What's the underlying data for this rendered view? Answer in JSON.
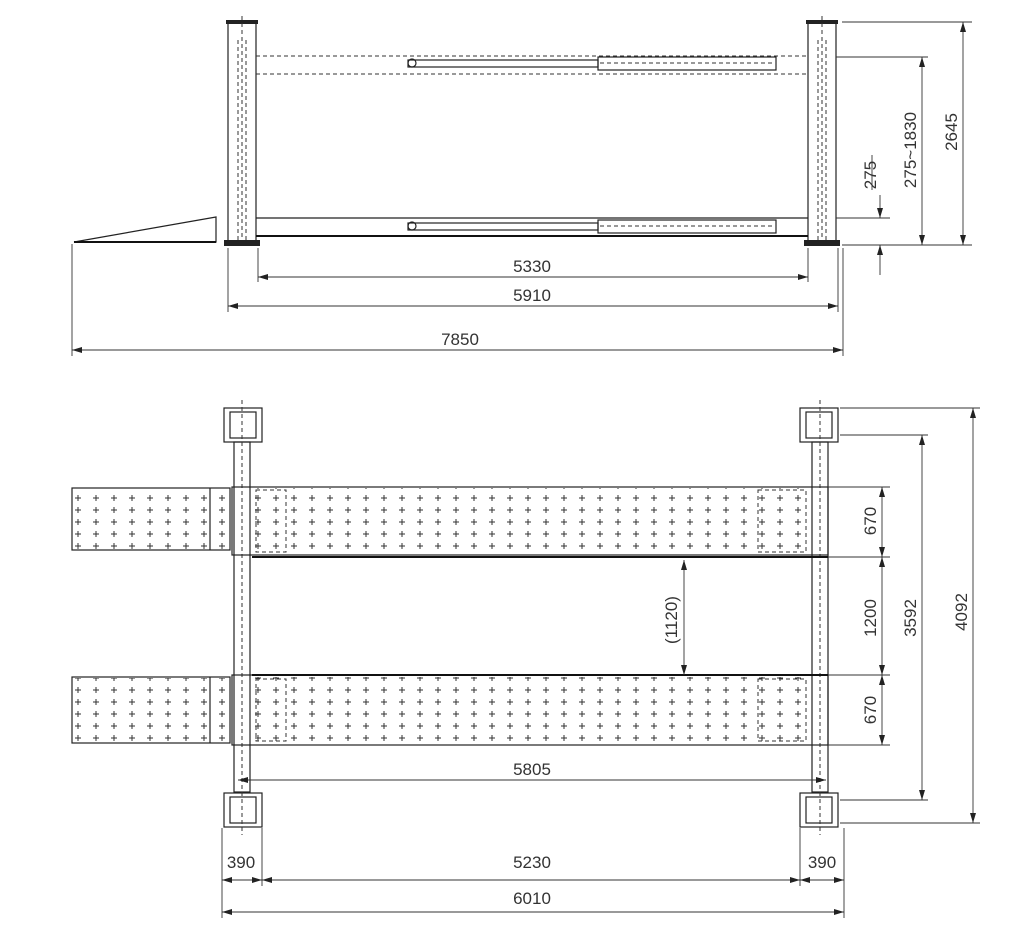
{
  "side_view": {
    "dimensions": {
      "inner_column_span": "5330",
      "outer_column_span": "5910",
      "total_length_with_ramps": "7850",
      "total_height": "2645",
      "lift_height_range": "275~1830",
      "min_platform_height": "275"
    }
  },
  "top_view": {
    "dimensions": {
      "runway_width_top": "670",
      "runway_gap": "1200",
      "runway_width_bottom": "670",
      "inner_gap": "(1120)",
      "runway_length": "5805",
      "post_spacing_width": "3592",
      "overall_width": "4092",
      "post_width_left": "390",
      "inner_post_span": "5230",
      "post_width_right": "390",
      "overall_length": "6010"
    }
  }
}
